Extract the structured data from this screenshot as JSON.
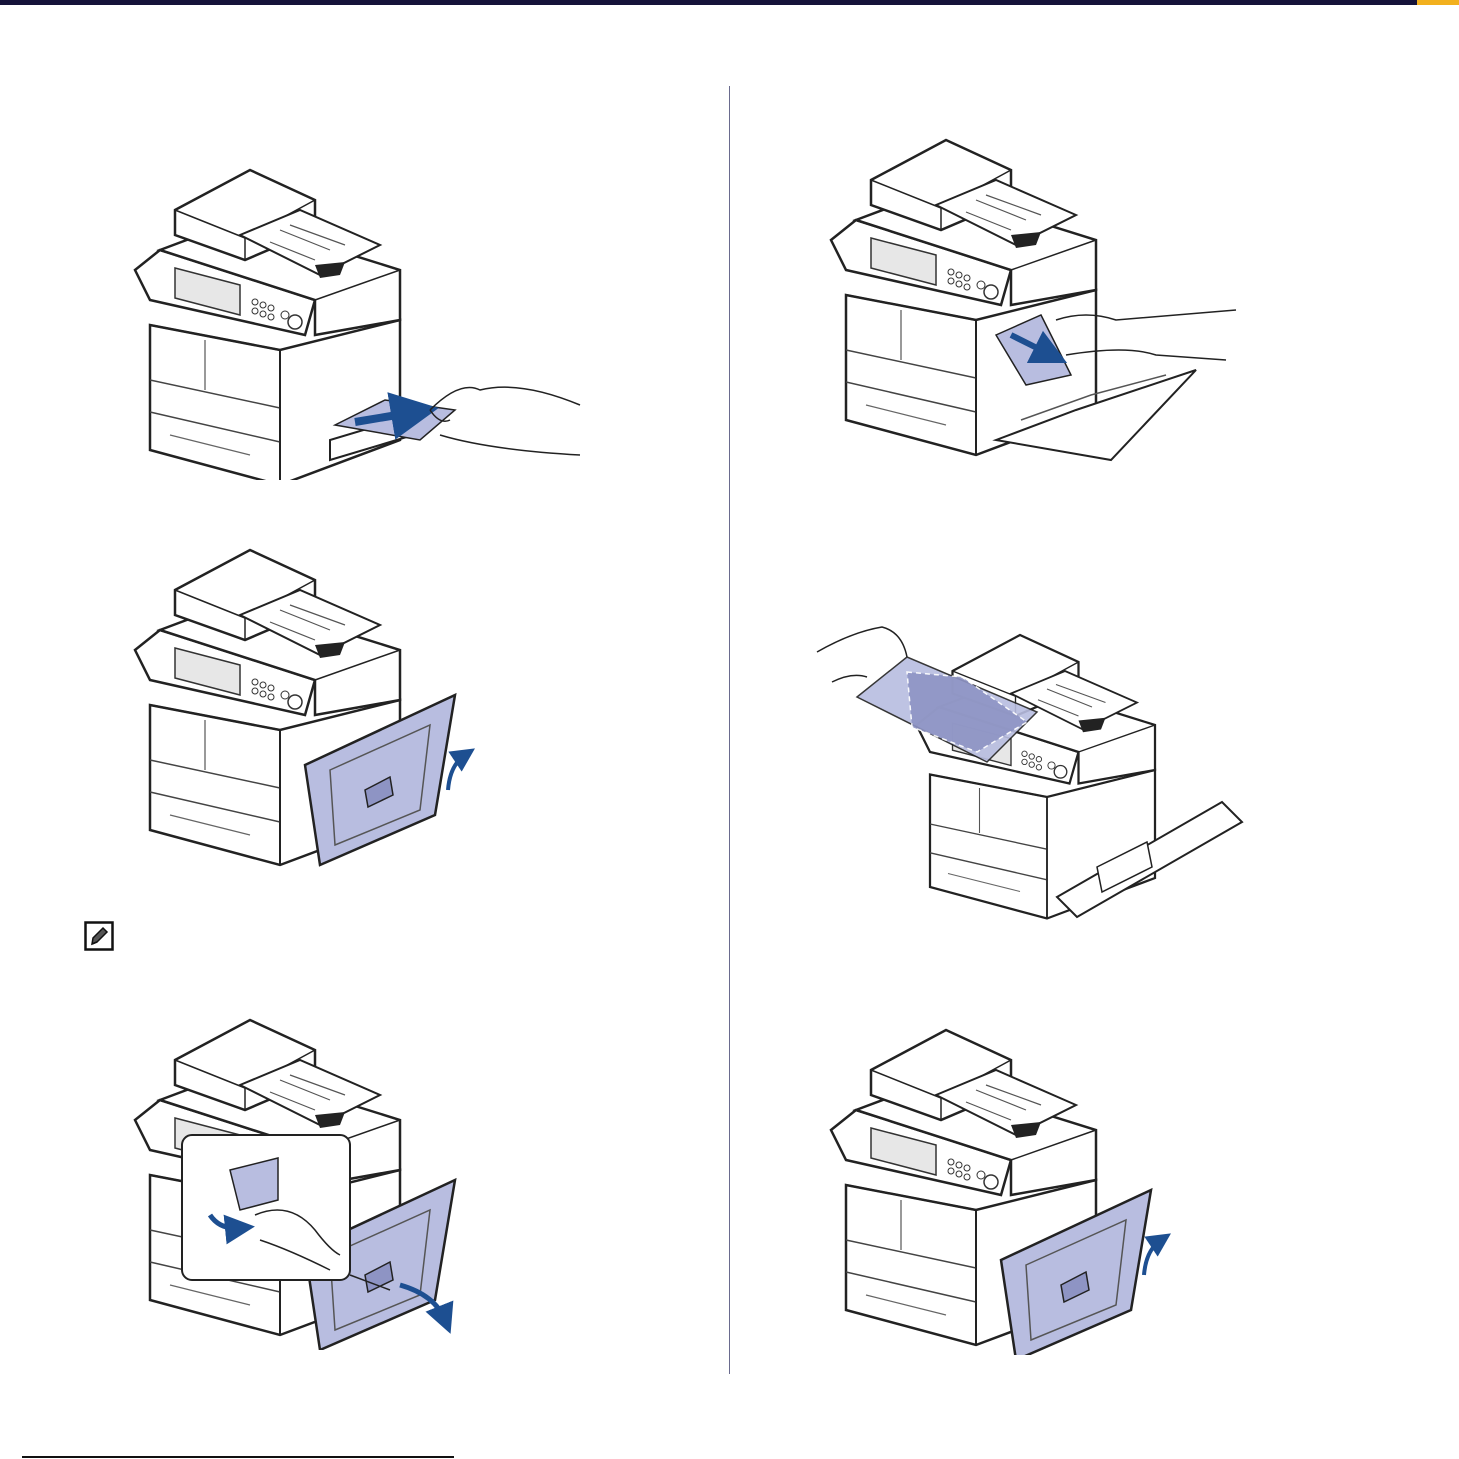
{
  "page": {
    "accent_color": "#f2b01e",
    "rule_color": "#15133a",
    "paper_color": "#b8bde0",
    "arrow_color": "#1d4f91"
  },
  "figures": [
    {
      "id": "fig-1",
      "depicts": "paper-removed-from-bypass-tray"
    },
    {
      "id": "fig-2",
      "depicts": "side-cover-closed"
    },
    {
      "id": "fig-3",
      "depicts": "side-cover-opened-by-lever"
    },
    {
      "id": "fig-4",
      "depicts": "paper-pulled-from-fuser-area"
    },
    {
      "id": "fig-5",
      "depicts": "paper-pulled-from-output-area"
    },
    {
      "id": "fig-6",
      "depicts": "side-cover-closed-again"
    }
  ],
  "note": {
    "icon": "note-pencil-icon"
  }
}
